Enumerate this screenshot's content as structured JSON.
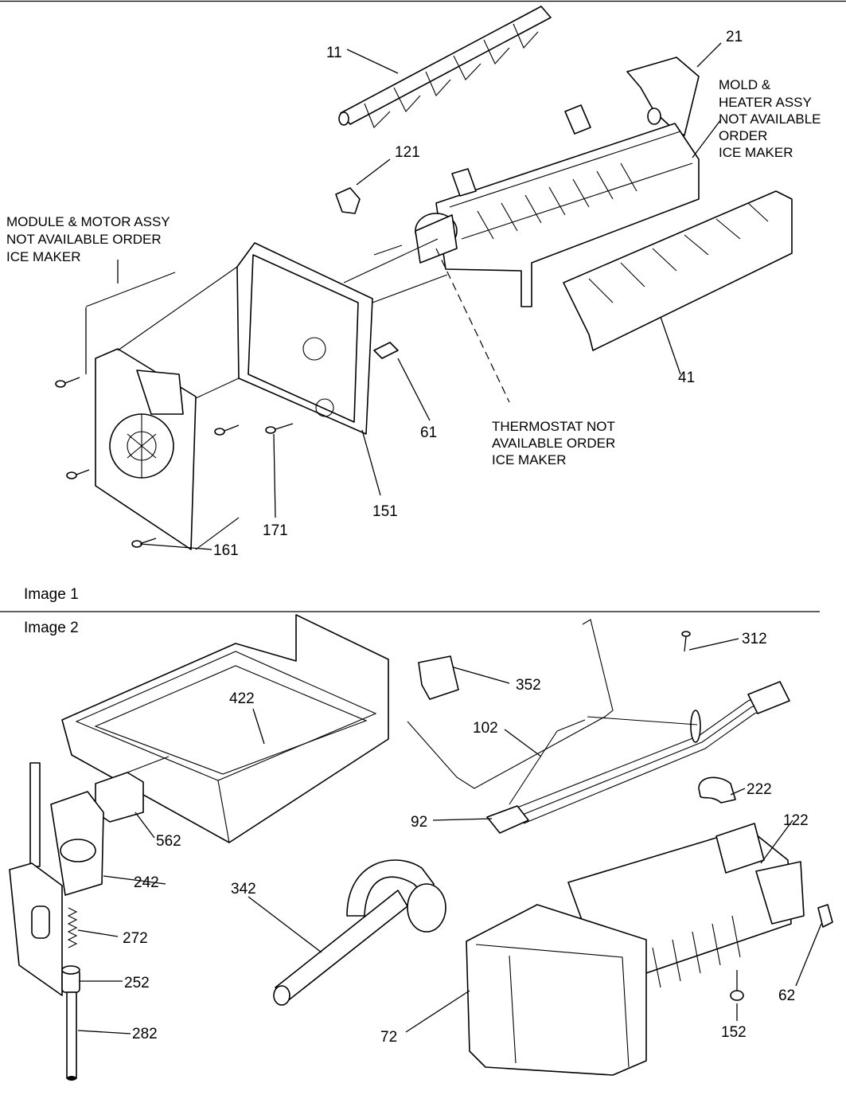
{
  "figure_captions": {
    "image1": "Image 1",
    "image2": "Image 2"
  },
  "image1": {
    "notes": {
      "module_motor": [
        "MODULE & MOTOR ASSY",
        "NOT AVAILABLE ORDER",
        "ICE MAKER"
      ],
      "mold_heater": [
        "MOLD &",
        "HEATER ASSY",
        "NOT AVAILABLE",
        "ORDER",
        "ICE MAKER"
      ],
      "thermostat": [
        "THERMOSTAT NOT",
        "AVAILABLE ORDER",
        "ICE MAKER"
      ]
    },
    "callouts": [
      "11",
      "21",
      "121",
      "41",
      "61",
      "151",
      "161",
      "171"
    ]
  },
  "image2": {
    "callouts": [
      "312",
      "352",
      "422",
      "102",
      "222",
      "122",
      "92",
      "562",
      "242",
      "342",
      "272",
      "252",
      "282",
      "72",
      "152",
      "62"
    ]
  }
}
